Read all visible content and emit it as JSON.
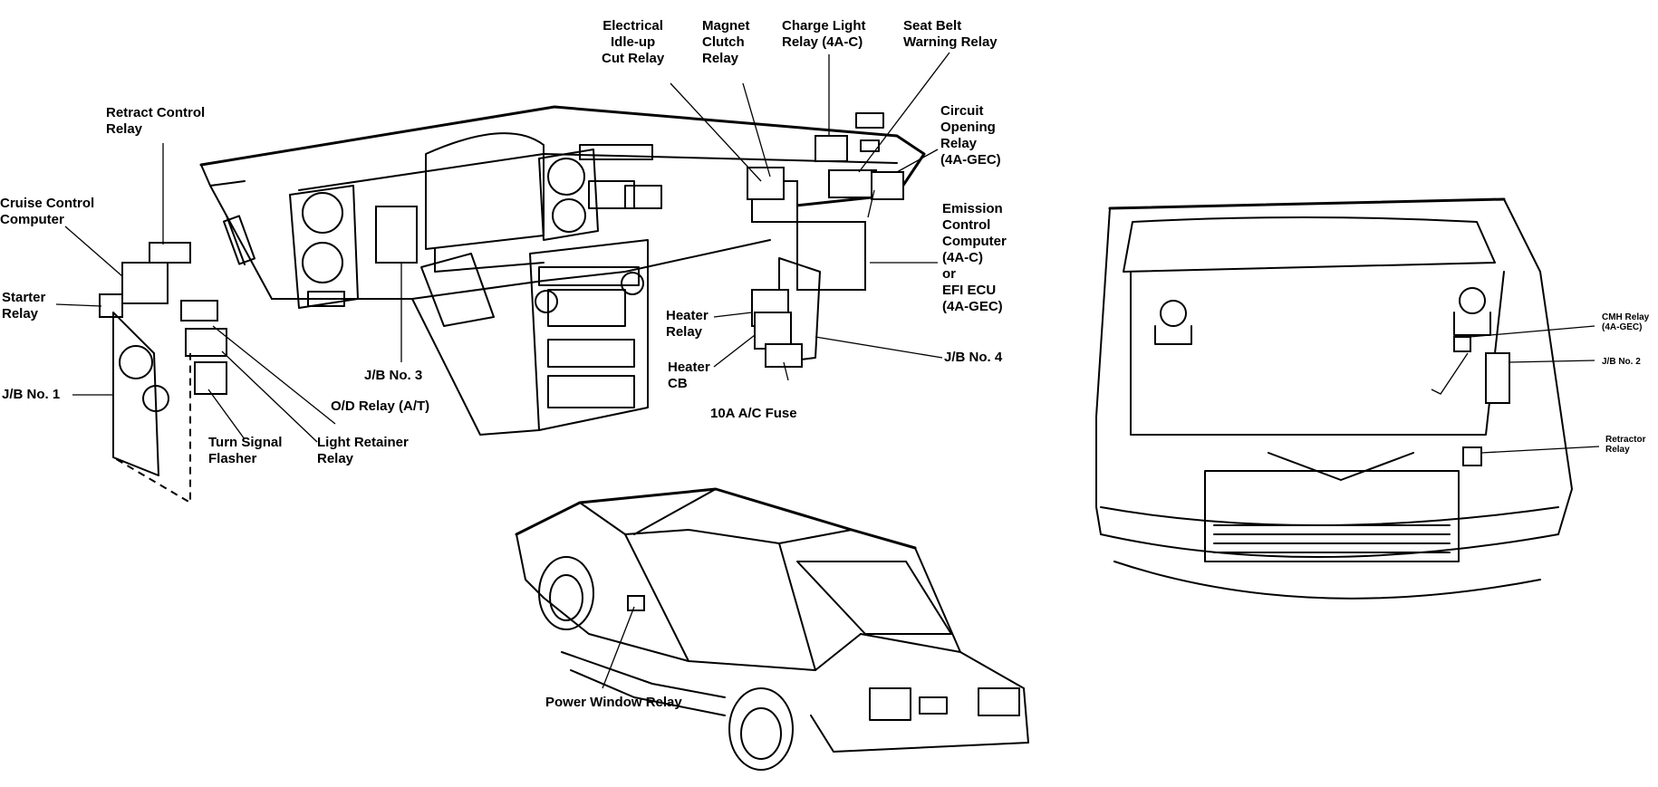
{
  "labels": {
    "electrical_idle_up": "Electrical\nIdle-up\nCut Relay",
    "magnet_clutch": "Magnet\nClutch\nRelay",
    "charge_light": "Charge Light\nRelay (4A-C)",
    "seat_belt": "Seat Belt\nWarning Relay",
    "circuit_opening": "Circuit\nOpening\nRelay\n(4A-GEC)",
    "retract_control": "Retract Control\nRelay",
    "cruise_control": "Cruise Control\nComputer",
    "starter_relay": "Starter\nRelay",
    "jb_no1": "J/B No. 1",
    "jb_no3": "J/B No. 3",
    "emission_control": "Emission\nControl\nComputer\n(4A-C)\nor\nEFI ECU\n(4A-GEC)",
    "heater_relay": "Heater\nRelay",
    "heater_cb": "Heater\nCB",
    "jb_no4": "J/B No. 4",
    "ac_fuse": "10A A/C Fuse",
    "od_relay": "O/D Relay (A/T)",
    "turn_signal": "Turn Signal\nFlasher",
    "light_retainer": "Light Retainer\nRelay",
    "power_window": "Power Window Relay",
    "cmh_relay": "CMH Relay\n(4A-GEC)",
    "jb_no2": "J/B No. 2",
    "retractor_relay": "Retractor\nRelay"
  }
}
